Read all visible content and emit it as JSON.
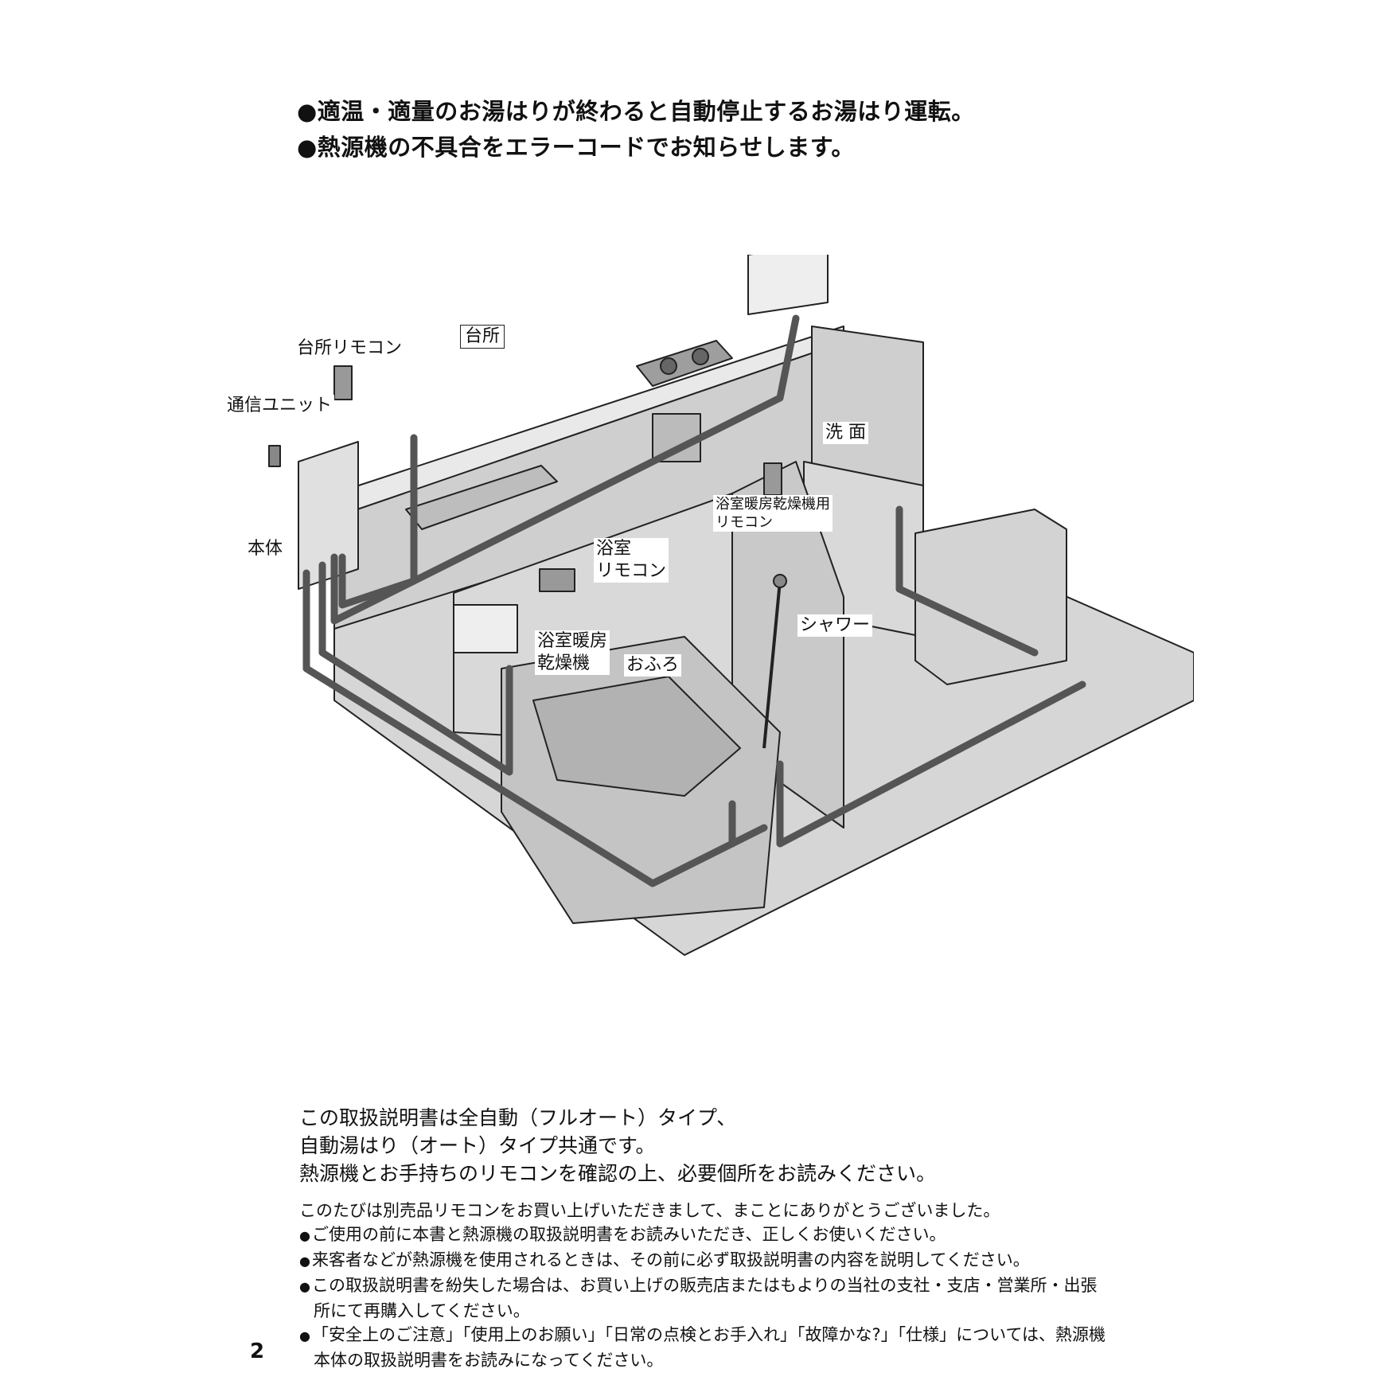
{
  "features": [
    "●適温・適量のお湯はりが終わると自動停止するお湯はり運転。",
    "●熱源機の不具合をエラーコードでお知らせします。"
  ],
  "labels": {
    "kitchen": "台所",
    "kitchen_remote": "台所リモコン",
    "comm_unit": "通信ユニット",
    "main_unit": "本体",
    "washroom": "洗 面",
    "dryer_remote": "浴室暖房乾燥機用\nリモコン",
    "bath_remote": "浴室\nリモコン",
    "shower": "シャワー",
    "heater_dryer": "浴室暖房\n乾燥機",
    "bath": "おふろ"
  },
  "notice": {
    "lead": [
      "この取扱説明書は全自動（フルオート）タイプ、",
      "自動湯はり（オート）タイプ共通です。",
      "熱源機とお手持ちのリモコンを確認の上、必要個所をお読みください。"
    ],
    "intro": "このたびは別売品リモコンをお買い上げいただきまして、まことにありがとうございました。",
    "bullets": [
      "ご使用の前に本書と熱源機の取扱説明書をお読みいただき、正しくお使いください。",
      "来客者などが熱源機を使用されるときは、その前に必ず取扱説明書の内容を説明してください。",
      "この取扱説明書を紛失した場合は、お買い上げの販売店またはもよりの当社の支社・支店・営業所・出張所にて再購入してください。",
      "「安全上のご注意」「使用上のお願い」「日常の点検とお手入れ」「故障かな?」「仕様」については、熱源機本体の取扱説明書をお読みになってください。"
    ]
  },
  "page_number": "2",
  "colors": {
    "pipe": "#555555",
    "surface": "#cfcfcf",
    "surface_light": "#e4e4e4",
    "line": "#222222"
  }
}
